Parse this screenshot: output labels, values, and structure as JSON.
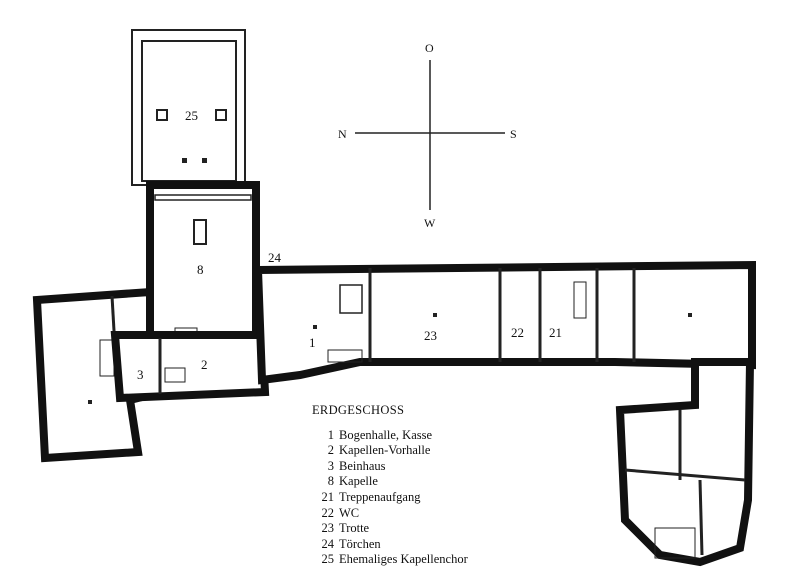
{
  "compass": {
    "north": "N",
    "east": "O",
    "south": "S",
    "west": "W"
  },
  "room_labels": {
    "r1": "1",
    "r2": "2",
    "r3": "3",
    "r8": "8",
    "r21": "21",
    "r22": "22",
    "r23": "23",
    "r24": "24",
    "r25": "25"
  },
  "legend": {
    "title": "ERDGESCHOSS",
    "items": [
      {
        "num": "1",
        "name": "Bogenhalle, Kasse"
      },
      {
        "num": "2",
        "name": "Kapellen-Vorhalle"
      },
      {
        "num": "3",
        "name": "Beinhaus"
      },
      {
        "num": "8",
        "name": "Kapelle"
      },
      {
        "num": "21",
        "name": "Treppenaufgang"
      },
      {
        "num": "22",
        "name": "WC"
      },
      {
        "num": "23",
        "name": "Trotte"
      },
      {
        "num": "24",
        "name": "Törchen"
      },
      {
        "num": "25",
        "name": "Ehemaliges Kapellenchor"
      }
    ]
  }
}
